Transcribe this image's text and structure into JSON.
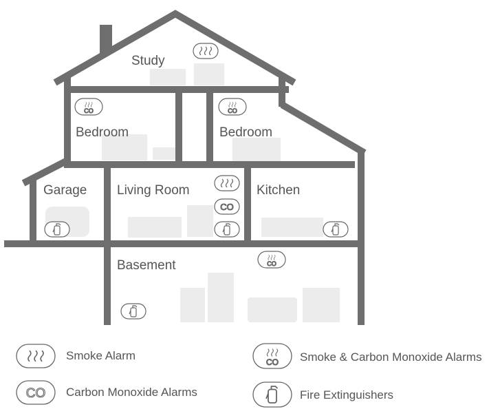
{
  "colors": {
    "structure": "#6e6e6e",
    "icon": "#666666",
    "furniture": "#ececec",
    "text": "#555555"
  },
  "rooms": {
    "study": "Study",
    "bedroom_left": "Bedroom",
    "bedroom_right": "Bedroom",
    "garage": "Garage",
    "living_room": "Living Room",
    "kitchen": "Kitchen",
    "basement": "Basement"
  },
  "device_icons": {
    "smoke": "smoke-alarm-icon",
    "co": "carbon-monoxide-alarm-icon",
    "combo": "smoke-co-alarm-icon",
    "extinguisher": "fire-extinguisher-icon"
  },
  "co_text": "CO",
  "legend": {
    "smoke": "Smoke Alarm",
    "combo": "Smoke & Carbon Monoxide Alarms",
    "co": "Carbon Monoxide Alarms",
    "extinguisher": "Fire Extinguishers"
  }
}
